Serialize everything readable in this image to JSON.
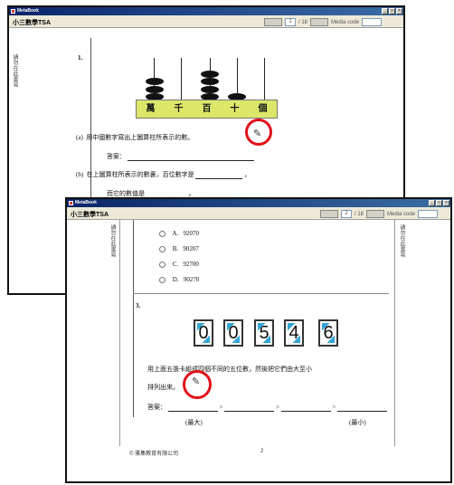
{
  "window_back": {
    "titlebar_text": "MetaBook",
    "app_title": "小三數學TSA",
    "page_number": "1",
    "page_total": "/ 18",
    "media_code_label": "Media code",
    "question_number": "1.",
    "abacus_labels": [
      "萬",
      "千",
      "百",
      "十",
      "個"
    ],
    "part_a_label": "(a)",
    "part_a_text": "用中國數字寫出上圖算柱所表示的數。",
    "answer_label": "答案：",
    "part_b_label": "(b)",
    "part_b_text": "在上圖算柱所表示的數裏，百位數字是",
    "part_b_end": "，",
    "part_b_line2": "而它的數值是",
    "part_b_line2_end": "。",
    "side_vertical": "請勿在此書寫"
  },
  "window_front": {
    "titlebar_text": "MetaBook",
    "app_title": "小三數學TSA",
    "page_number": "2",
    "page_total": "/ 18",
    "media_code_label": "Media code",
    "side_vertical_left": "請勿在此書寫",
    "side_vertical_right": "請勿在此書寫",
    "options": [
      {
        "letter": "A.",
        "value": "92070"
      },
      {
        "letter": "B.",
        "value": "90207"
      },
      {
        "letter": "C.",
        "value": "92700"
      },
      {
        "letter": "D.",
        "value": "90270"
      }
    ],
    "question_number": "3.",
    "cards": [
      "0",
      "0",
      "5",
      "4",
      "6"
    ],
    "instruction_line1": "用上面五張卡組成四個不同的五位數，然後把它們由大至小",
    "instruction_line2": "排列出來。",
    "answer_label": "答案：",
    "separator": ">",
    "largest_label": "(最大)",
    "smallest_label": "(最小)",
    "copyright": "© 雅集教育有限公司",
    "footer_page": "2"
  }
}
